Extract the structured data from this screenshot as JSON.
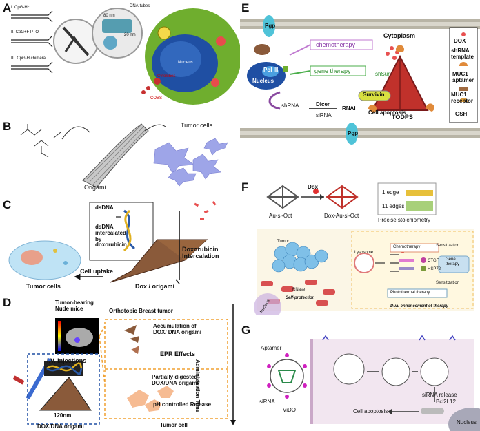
{
  "panels": {
    "A": {
      "label": "A",
      "strands": [
        "I. CpG-H⁺",
        "II. CpG+F PTO",
        "III. CpG-H chimera"
      ],
      "dna_tubes": "DNA-tubes",
      "dim1": "80 nm",
      "dim2": "20 nm",
      "nucleus": "Nucleus",
      "cytokines": "Cytokines",
      "cell_tag": "COBS"
    },
    "B": {
      "label": "B",
      "origami": "Origami",
      "tumor_cells": "Tumor cells"
    },
    "C": {
      "label": "C",
      "dsdna": "dsDNA",
      "dsdna_intercalated": "dsDNA\nintercalated\nby\ndoxorubicin",
      "doxorubicin_intercalation": "Doxorubicin\nIntercalation",
      "cell_uptake": "Cell uptake",
      "tumor_cells": "Tumor cells",
      "dox_origami": "Dox / origami"
    },
    "D": {
      "label": "D",
      "mice": "Tumor-bearing\nNude mice",
      "orthotopic": "Orthotopic Breast tumor",
      "accumulation": "Accumulation of\nDOX/ DNA origami",
      "epr": "EPR Effects",
      "partially": "Partially digested\nDOX/DNA origami",
      "ph": "pH controlled Release",
      "iv": "I.V. Injections",
      "admin_time": "Administration Time",
      "size": "120nm",
      "dox_dna_origami": "DOX/DNA origami",
      "tumor_cell": "Tumor cell"
    },
    "E": {
      "label": "E",
      "cytoplasm": "Cytoplasm",
      "chemotherapy": "chemotherapy",
      "gene_therapy": "gene therapy",
      "pol": "Pol III",
      "nucleus": "Nucleus",
      "shrna": "shRNA",
      "dicer": "Dicer",
      "sirna": "siRNA",
      "rnai": "RNAi",
      "survivin": "Survivin",
      "cell_apoptosis": "Cell apoptosis",
      "todps": "TODPS",
      "pgp": "Pgp",
      "shsur": "shSur",
      "legend": [
        "DOX",
        "shRNA\ntemplate",
        "MUC1\naptamer",
        "MUC1\nreceptor",
        "GSH"
      ]
    },
    "F": {
      "label": "F",
      "dox": "Dox",
      "edge1": "1 edge",
      "edge11": "11 edges",
      "au_si_oct": "Au-si-Oct",
      "dox_au_si_oct": "Dox-Au-si-Oct",
      "stoichiometry": "Precise stoichiometry",
      "tumor": "Tumor",
      "chemotherapy": "Chemotherapy",
      "sensitization": "Sensitization",
      "lysosome": "Lysosome",
      "ctgf": "CTGF",
      "hsp72": "HSP72",
      "gene_therapy": "Gene\ntherapy",
      "rnase": "RNase",
      "photothermal": "Photothermal therapy",
      "self_protection": "Self-protection",
      "dual": "Dual enhancement of therapy",
      "nucleus": "Nucleus"
    },
    "G": {
      "label": "G",
      "aptamer": "Aptamer",
      "sirna": "siRNA",
      "vido": "ViDO",
      "sirna_release": "siRNA release",
      "bcl": "Bcl2L12",
      "apoptosis": "Cell apoptosis",
      "nucleus": "Nucleus"
    }
  },
  "colors": {
    "membrane": "#b8b4a6",
    "cell_green": "#6fae2e",
    "nucleus_blue": "#1f4fa3",
    "tumor_purple": "#9ea5e8",
    "gold_box": "#f0a500",
    "orange_dash": "#f0a030",
    "pink_cell": "#f2e6f0",
    "red_cell": "#c0312b"
  }
}
